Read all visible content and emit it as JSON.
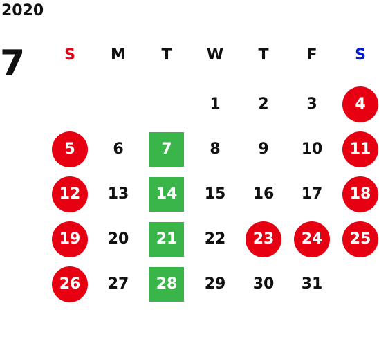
{
  "header": {
    "year": "2020",
    "month": "7"
  },
  "colors": {
    "sunday": "#e60012",
    "saturday": "#0019d6",
    "weekday": "#111111",
    "holiday_circle": "#e60012",
    "special_square": "#3ab54a",
    "holiday_text": "#ffffff"
  },
  "weekdays": [
    {
      "label": "S",
      "kind": "sunday"
    },
    {
      "label": "M",
      "kind": "weekday"
    },
    {
      "label": "T",
      "kind": "weekday"
    },
    {
      "label": "W",
      "kind": "weekday"
    },
    {
      "label": "T",
      "kind": "weekday"
    },
    {
      "label": "F",
      "kind": "weekday"
    },
    {
      "label": "S",
      "kind": "saturday"
    }
  ],
  "weeks": [
    [
      {
        "day": ""
      },
      {
        "day": ""
      },
      {
        "day": ""
      },
      {
        "day": "1",
        "style": "normal"
      },
      {
        "day": "2",
        "style": "normal"
      },
      {
        "day": "3",
        "style": "normal"
      },
      {
        "day": "4",
        "style": "holiday"
      }
    ],
    [
      {
        "day": "5",
        "style": "holiday"
      },
      {
        "day": "6",
        "style": "normal"
      },
      {
        "day": "7",
        "style": "special"
      },
      {
        "day": "8",
        "style": "normal"
      },
      {
        "day": "9",
        "style": "normal"
      },
      {
        "day": "10",
        "style": "normal"
      },
      {
        "day": "11",
        "style": "holiday"
      }
    ],
    [
      {
        "day": "12",
        "style": "holiday"
      },
      {
        "day": "13",
        "style": "normal"
      },
      {
        "day": "14",
        "style": "special"
      },
      {
        "day": "15",
        "style": "normal"
      },
      {
        "day": "16",
        "style": "normal"
      },
      {
        "day": "17",
        "style": "normal"
      },
      {
        "day": "18",
        "style": "holiday"
      }
    ],
    [
      {
        "day": "19",
        "style": "holiday"
      },
      {
        "day": "20",
        "style": "normal"
      },
      {
        "day": "21",
        "style": "special"
      },
      {
        "day": "22",
        "style": "normal"
      },
      {
        "day": "23",
        "style": "holiday"
      },
      {
        "day": "24",
        "style": "holiday"
      },
      {
        "day": "25",
        "style": "holiday"
      }
    ],
    [
      {
        "day": "26",
        "style": "holiday"
      },
      {
        "day": "27",
        "style": "normal"
      },
      {
        "day": "28",
        "style": "special"
      },
      {
        "day": "29",
        "style": "normal"
      },
      {
        "day": "30",
        "style": "normal"
      },
      {
        "day": "31",
        "style": "normal"
      },
      {
        "day": ""
      }
    ]
  ]
}
